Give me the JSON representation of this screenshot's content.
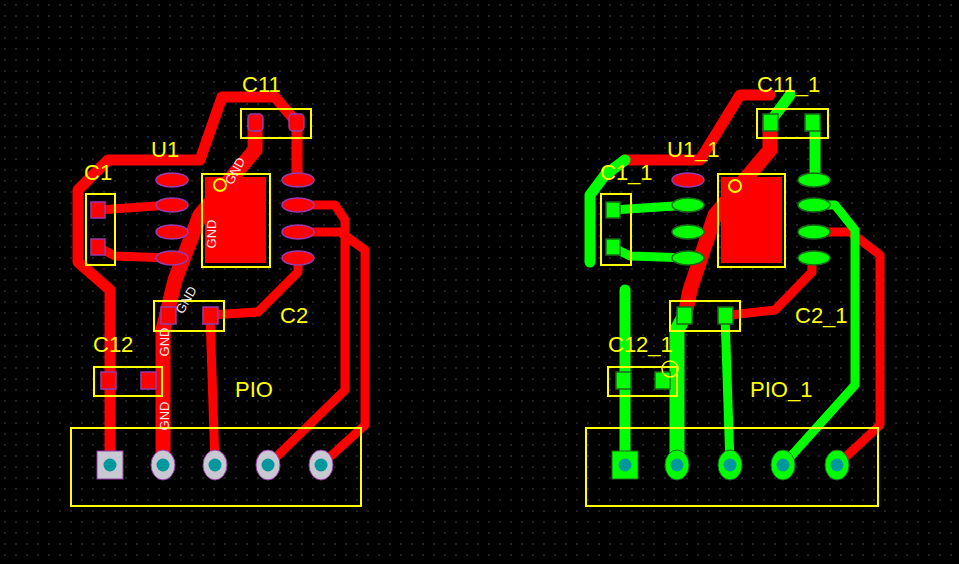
{
  "diagram": {
    "nodes": [
      {
        "text": [
          "C11"
        ]
      },
      {
        "text": [
          "U1"
        ]
      },
      {
        "text": [
          "C1"
        ]
      },
      {
        "text": [
          "C2"
        ]
      },
      {
        "text": [
          "C12"
        ]
      },
      {
        "text": [
          "PIO"
        ]
      },
      {
        "text": [
          "C11_1"
        ]
      },
      {
        "text": [
          "U1_1"
        ]
      },
      {
        "text": [
          "C1_1"
        ]
      },
      {
        "text": [
          "C2_1"
        ]
      },
      {
        "text": [
          "C12_1"
        ]
      },
      {
        "text": [
          "PIO_1"
        ]
      }
    ],
    "labels": [
      "GND",
      "GND",
      "GND",
      "GND",
      "GND"
    ]
  }
}
